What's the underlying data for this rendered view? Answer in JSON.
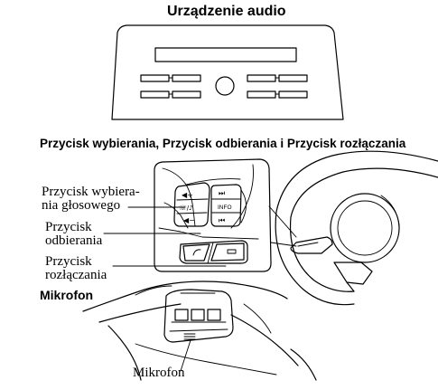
{
  "sections": {
    "audio": {
      "heading": "Urządzenie audio"
    },
    "buttons": {
      "heading": "Przycisk wybierania, Przycisk odbierania i Przycisk rozłączania",
      "callouts": [
        {
          "line1": "Przycisk wybiera-",
          "line2": "nia głosowego"
        },
        {
          "line1": "Przycisk",
          "line2": "odbierania"
        },
        {
          "line1": "Przycisk",
          "line2": "rozłączania"
        }
      ],
      "button_glyphs": {
        "vol_up": "◀+",
        "voice": "☏/♪",
        "vol_down": "◀−",
        "next": "⏭",
        "info": "INFO",
        "prev": "⏮"
      }
    },
    "microphone": {
      "heading": "Mikrofon",
      "callout": "Mikrofon"
    }
  }
}
